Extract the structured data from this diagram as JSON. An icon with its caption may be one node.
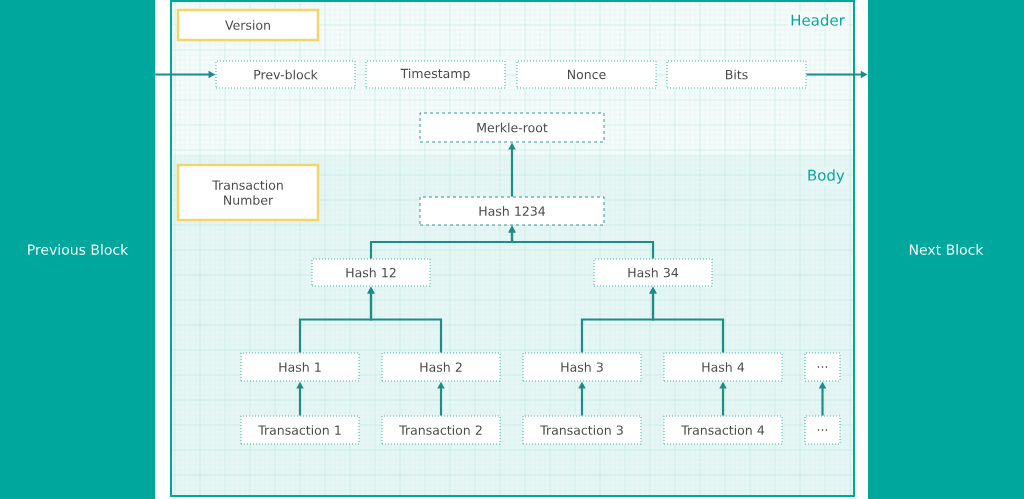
{
  "diagram": {
    "nodes": [
      {
        "text": [
          "Previous Block"
        ]
      },
      {
        "text": [
          "Version"
        ]
      },
      {
        "text": [
          "Prev-block"
        ]
      },
      {
        "text": [
          "Timestamp"
        ]
      },
      {
        "text": [
          "Nonce"
        ]
      },
      {
        "text": [
          "Bits"
        ]
      },
      {
        "text": [
          "Merkle-root"
        ]
      },
      {
        "text": [
          "Transaction Number"
        ]
      },
      {
        "text": [
          "Hash 1234"
        ]
      },
      {
        "text": [
          "Hash 12"
        ]
      },
      {
        "text": [
          "Hash 34"
        ]
      },
      {
        "text": [
          "Hash 1"
        ]
      },
      {
        "text": [
          "Hash 2"
        ]
      },
      {
        "text": [
          "Hash 3"
        ]
      },
      {
        "text": [
          "Hash 4"
        ]
      },
      {
        "text": [
          "..."
        ]
      },
      {
        "text": [
          "Transaction 1"
        ]
      },
      {
        "text": [
          "Transaction 2"
        ]
      },
      {
        "text": [
          "Transaction 3"
        ]
      },
      {
        "text": [
          "Transaction 4"
        ]
      },
      {
        "text": [
          "..."
        ]
      },
      {
        "text": [
          "Next Block"
        ]
      }
    ],
    "edges": [
      {
        "from": 0,
        "to": 2,
        "arrow": "to"
      },
      {
        "from": 5,
        "to": 21,
        "arrow": "to"
      },
      {
        "from": 8,
        "to": 6,
        "arrow": "to"
      },
      {
        "from": 9,
        "to": 8,
        "arrow": "to"
      },
      {
        "from": 10,
        "to": 8,
        "arrow": "to"
      },
      {
        "from": 11,
        "to": 9,
        "arrow": "to"
      },
      {
        "from": 12,
        "to": 9,
        "arrow": "to"
      },
      {
        "from": 13,
        "to": 10,
        "arrow": "to"
      },
      {
        "from": 14,
        "to": 10,
        "arrow": "to"
      },
      {
        "from": 16,
        "to": 11,
        "arrow": "to"
      },
      {
        "from": 17,
        "to": 12,
        "arrow": "to"
      },
      {
        "from": 18,
        "to": 13,
        "arrow": "to"
      },
      {
        "from": 19,
        "to": 14,
        "arrow": "to"
      },
      {
        "from": 20,
        "to": 15,
        "arrow": "to"
      }
    ],
    "labels": [
      "Header",
      "Body"
    ]
  }
}
